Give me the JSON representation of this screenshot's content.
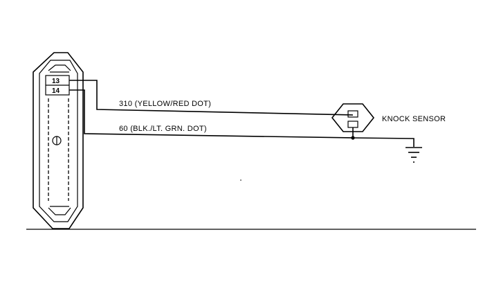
{
  "diagram": {
    "connector": {
      "pin_top": "13",
      "pin_bottom": "14"
    },
    "wires": [
      {
        "label": "310 (YELLOW/RED DOT)"
      },
      {
        "label": "60 (BLK./LT. GRN. DOT)"
      }
    ],
    "sensor": {
      "label": "KNOCK SENSOR"
    }
  }
}
